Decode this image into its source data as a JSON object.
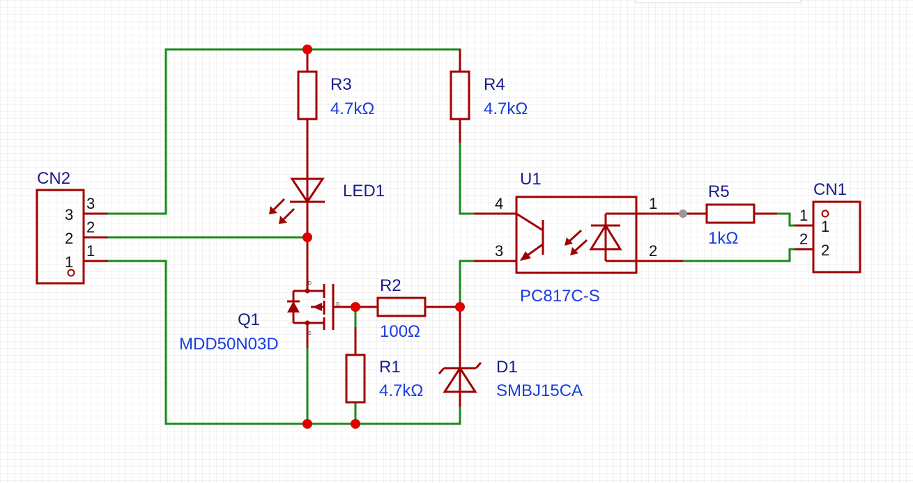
{
  "colors": {
    "wire": "#1a8a1a",
    "symbol": "#a10000",
    "junction": "#e00000",
    "designator": "#1c1c8a",
    "value": "#1a3de0",
    "grid": "#e6e6e6"
  },
  "cn2": {
    "designator": "CN2",
    "outer_pins": [
      "3",
      "2",
      "1"
    ],
    "inner_pins": [
      "3",
      "2",
      "1"
    ]
  },
  "r3": {
    "designator": "R3",
    "value": "4.7kΩ"
  },
  "r4": {
    "designator": "R4",
    "value": "4.7kΩ"
  },
  "led1": {
    "designator": "LED1"
  },
  "q1": {
    "designator": "Q1",
    "value": "MDD50N03D",
    "pin_d": "D",
    "pin_g": "G",
    "pin_s": "S"
  },
  "r2": {
    "designator": "R2",
    "value": "100Ω"
  },
  "r1": {
    "designator": "R1",
    "value": "4.7kΩ"
  },
  "d1": {
    "designator": "D1",
    "value": "SMBJ15CA"
  },
  "u1": {
    "designator": "U1",
    "value": "PC817C-S",
    "pins": [
      "4",
      "3",
      "1",
      "2"
    ]
  },
  "r5": {
    "designator": "R5",
    "value": "1kΩ"
  },
  "cn1": {
    "designator": "CN1",
    "outer_pins": [
      "1",
      "2"
    ],
    "inner_pins": [
      "1",
      "2"
    ]
  }
}
